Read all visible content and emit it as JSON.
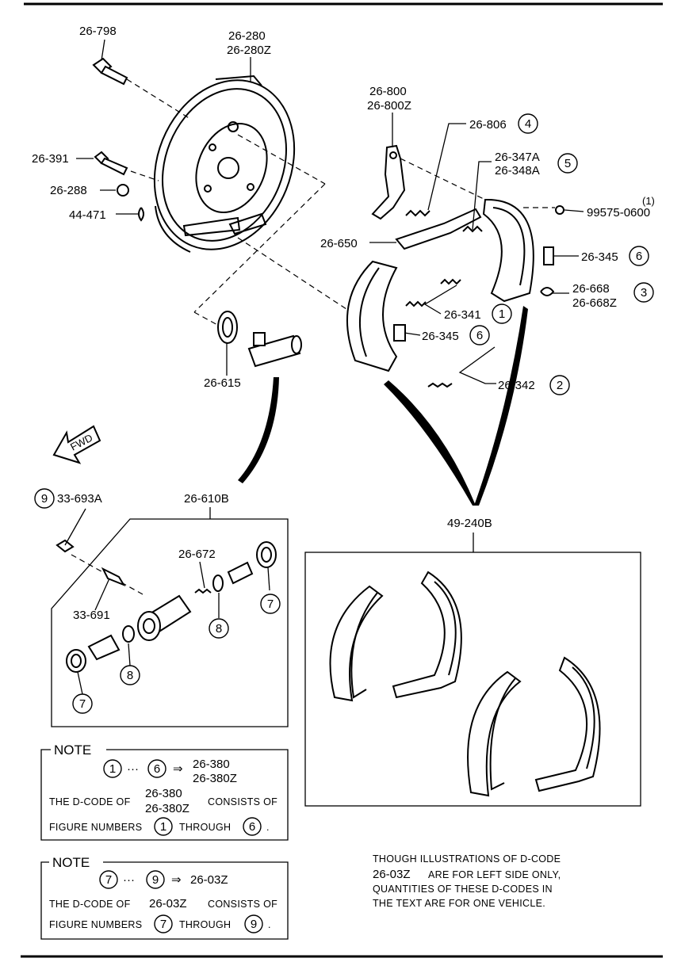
{
  "parts": {
    "p26_798": "26-798",
    "p26_280": "26-280",
    "p26_280z": "26-280Z",
    "p26_391": "26-391",
    "p26_288": "26-288",
    "p44_471": "44-471",
    "p26_800": "26-800",
    "p26_800z": "26-800Z",
    "p26_806": "26-806",
    "p26_347a": "26-347A",
    "p26_348a": "26-348A",
    "p99575_qty": "(1)",
    "p99575": "99575-0600",
    "p26_650": "26-650",
    "p26_345_a": "26-345",
    "p26_668": "26-668",
    "p26_668z": "26-668Z",
    "p26_341": "26-341",
    "p26_345_b": "26-345",
    "p26_342": "26-342",
    "p26_615": "26-615",
    "fwd": "FWD",
    "p33_693a": "33-693A",
    "p26_610b": "26-610B",
    "p26_672": "26-672",
    "p33_691": "33-691",
    "p49_240b": "49-240B"
  },
  "callouts": {
    "c1": "1",
    "c2": "2",
    "c3": "3",
    "c4": "4",
    "c5": "5",
    "c6a": "6",
    "c6b": "6",
    "c7a": "7",
    "c7b": "7",
    "c8a": "8",
    "c8b": "8",
    "c9": "9"
  },
  "note1": {
    "title": "NOTE",
    "range_from": "1",
    "dots": "···",
    "range_to": "6",
    "arrow": "⇒",
    "code": "26-380",
    "code_z": "26-380Z",
    "line2_pre": "THE D-CODE OF",
    "line2_code": "26-380",
    "line2_code_z": "26-380Z",
    "line2_post": "CONSISTS OF",
    "line3_pre": "FIGURE NUMBERS",
    "line3_from": "1",
    "line3_mid": "THROUGH",
    "line3_to": "6",
    "line3_end": "."
  },
  "note2": {
    "title": "NOTE",
    "range_from": "7",
    "dots": "···",
    "range_to": "9",
    "arrow": "⇒",
    "code": "26-03Z",
    "line2_pre": "THE D-CODE OF",
    "line2_code": "26-03Z",
    "line2_post": "CONSISTS OF",
    "line3_pre": "FIGURE NUMBERS",
    "line3_from": "7",
    "line3_mid": "THROUGH",
    "line3_to": "9",
    "line3_end": "."
  },
  "footnote": {
    "line1": "THOUGH ILLUSTRATIONS OF D-CODE",
    "line2_code": "26-03Z",
    "line2_rest": "ARE FOR LEFT SIDE ONLY,",
    "line3": "QUANTITIES OF THESE D-CODES IN",
    "line4": "THE TEXT ARE FOR ONE VEHICLE."
  }
}
